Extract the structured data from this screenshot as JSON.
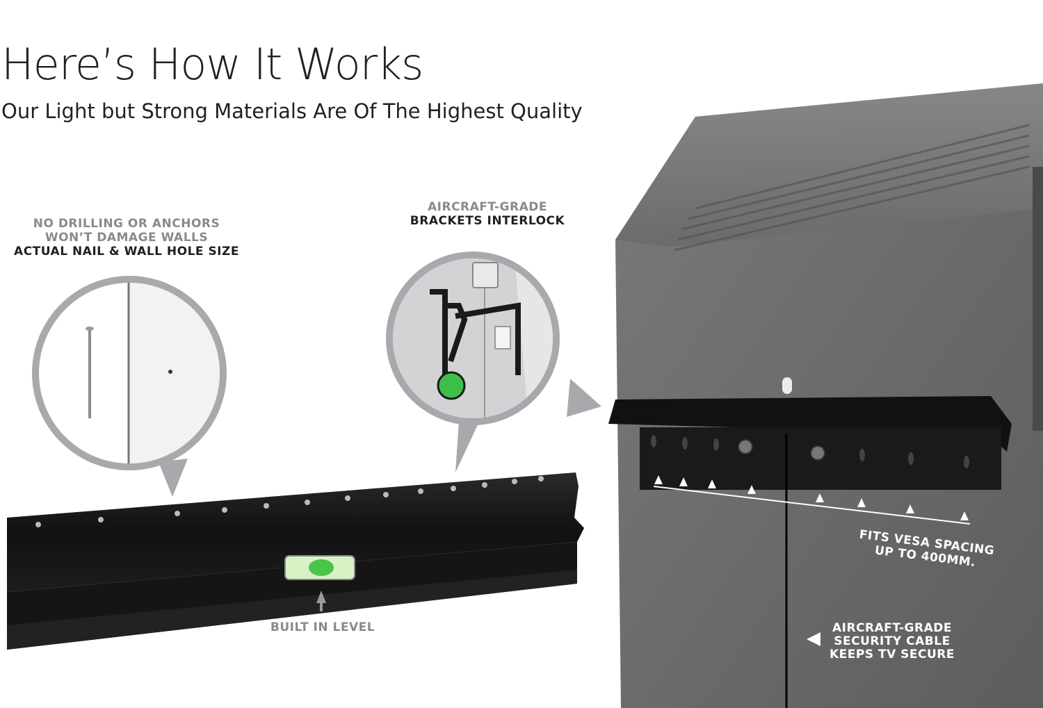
{
  "header": {
    "title": "Here’s How It Works",
    "subtitle": "Our Light but Strong Materials Are Of The Highest Quality"
  },
  "callouts": {
    "nail": {
      "line1": "NO DRILLING OR ANCHORS",
      "line2": "WON’T DAMAGE WALLS",
      "line3": "ACTUAL NAIL & WALL HOLE SIZE"
    },
    "brackets": {
      "line1": "AIRCRAFT-GRADE",
      "line2": "BRACKETS INTERLOCK"
    },
    "level": "BUILT IN LEVEL",
    "vesa": {
      "line1": "FITS VESA SPACING",
      "line2": "UP TO 400MM."
    },
    "cable": {
      "line1": "AIRCRAFT-GRADE",
      "line2": "SECURITY CABLE",
      "line3": "KEEPS TV SECURE"
    }
  },
  "colors": {
    "accent_gray": "#8a8a8a",
    "bubble_gray": "#a7a9ac",
    "tv_gray": "#6e6e6e",
    "rail_black": "#141414",
    "level_green": "#3fbf4a"
  }
}
